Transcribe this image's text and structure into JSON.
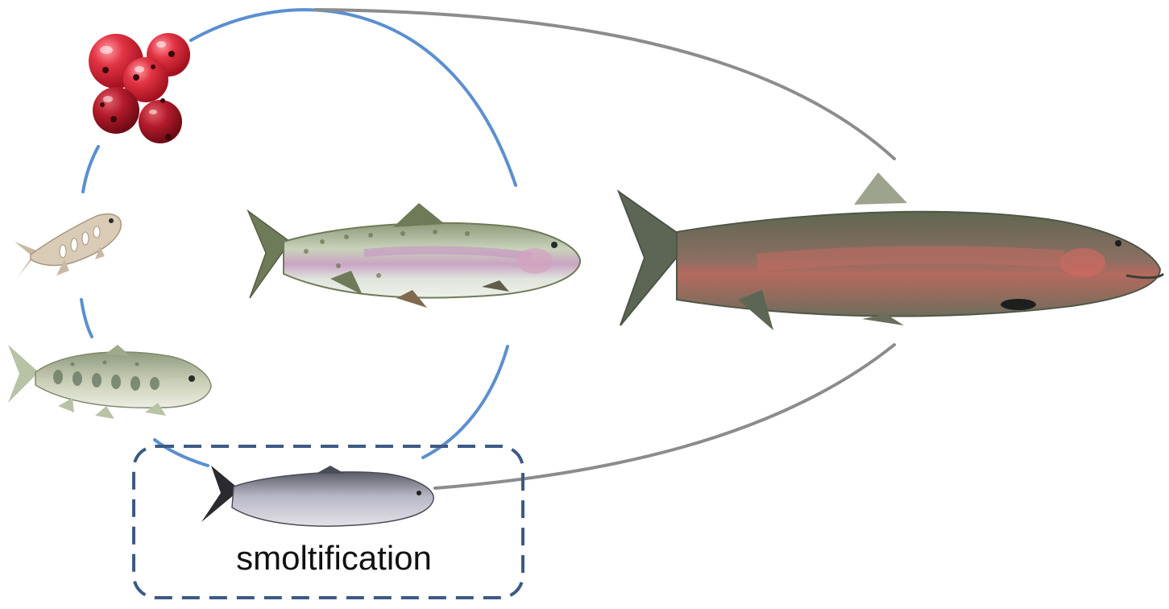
{
  "diagram": {
    "stages": [
      {
        "name": "eggs"
      },
      {
        "name": "alevin"
      },
      {
        "name": "fry-parr"
      },
      {
        "name": "smolt"
      },
      {
        "name": "resident-adult-trout"
      },
      {
        "name": "anadromous-adult-steelhead"
      }
    ],
    "highlight_label": "smoltification",
    "colors": {
      "freshwater_loop": "#5b8fd0",
      "ocean_loop": "#8c8c8c",
      "highlight_box": "#3d5a85",
      "egg": "#d42a38"
    }
  }
}
